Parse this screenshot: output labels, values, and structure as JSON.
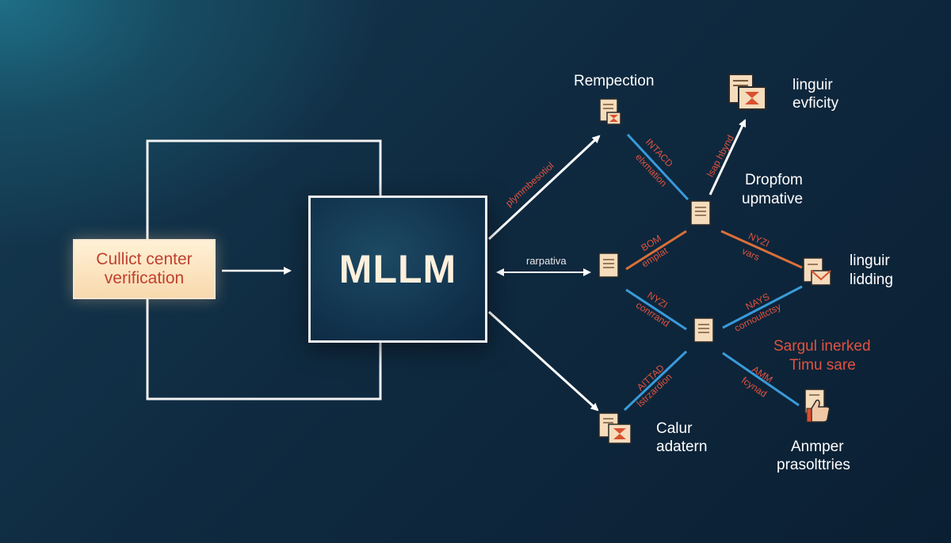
{
  "colors": {
    "accent_red": "#e0533f",
    "accent_blue": "#3a9ad9",
    "accent_orange": "#d9703a",
    "document": "#f5dcbc",
    "text": "#ffffff"
  },
  "source_box": {
    "line1": "Cullict center",
    "line2": "verification"
  },
  "mllm": {
    "label": "MLLM"
  },
  "outputs": {
    "top_label": "Rempection",
    "top_right_line1": "linguir",
    "top_right_line2": "evficity",
    "mid_right_line1": "Dropfom",
    "mid_right_line2": "upmative",
    "right_line1": "linguir",
    "right_line2": "lidding",
    "red_line1": "Sargul inerked",
    "red_line2": "Timu sare",
    "bottom_label_line1": "Calur",
    "bottom_label_line2": "adatern",
    "bottom_right_line1": "Anmper",
    "bottom_right_line2": "prasolttries"
  },
  "edge_labels": {
    "upper_diagonal": "plymmbesotiol",
    "bidirectional": "rarpativa",
    "e1_top": "INTACD",
    "e1_bottom": "elxmation",
    "e2_top": "lsap hbynd",
    "e3_top": "BOM",
    "e3_bottom": "emplat",
    "e4_top": "NYZI",
    "e4_bottom": "vars",
    "e5_top": "NYZI",
    "e5_bottom": "conrrand",
    "e6_top": "NAYS",
    "e6_bottom": "cornoultctsy",
    "e7_top": "AITTAD",
    "e7_bottom": "lstrzardion",
    "e8_top": "AMM",
    "e8_bottom": "fcynad"
  }
}
